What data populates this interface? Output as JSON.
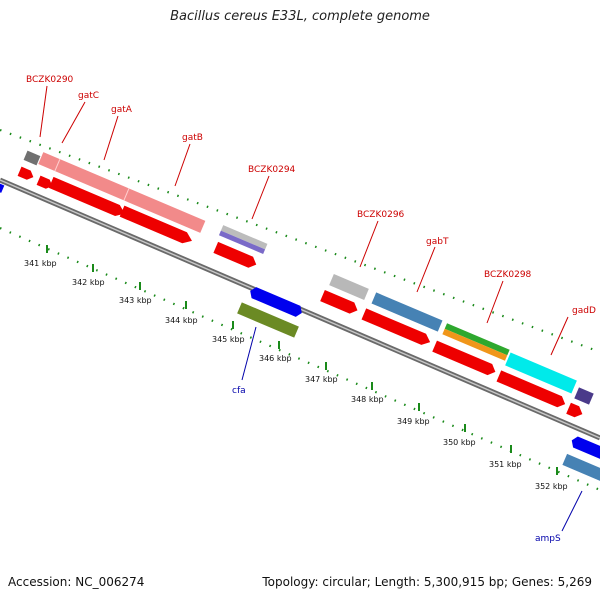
{
  "title": "Bacillus cereus E33L, complete genome",
  "footer": {
    "accession": "Accession: NC_006274",
    "summary": "Topology: circular; Length: 5,300,915 bp; Genes: 5,269"
  },
  "colors": {
    "backbone": "#8a8a8a",
    "tick": "#1a8a1a",
    "cds_forward_label": "#cc0000",
    "cds_reverse_label": "#0000aa",
    "cds_red": "#ee0000",
    "cds_blue": "#0000ee"
  },
  "scale_labels": [
    "341 kbp",
    "342 kbp",
    "343 kbp",
    "344 kbp",
    "345 kbp",
    "346 kbp",
    "347 kbp",
    "348 kbp",
    "349 kbp",
    "350 kbp",
    "351 kbp",
    "352 kbp"
  ],
  "gene_labels": {
    "forward": [
      "BCZK0290",
      "gatC",
      "gatA",
      "gatB",
      "BCZK0294",
      "BCZK0296",
      "gabT",
      "BCZK0298",
      "gadD"
    ],
    "reverse": [
      "cfa",
      "ampS"
    ]
  }
}
